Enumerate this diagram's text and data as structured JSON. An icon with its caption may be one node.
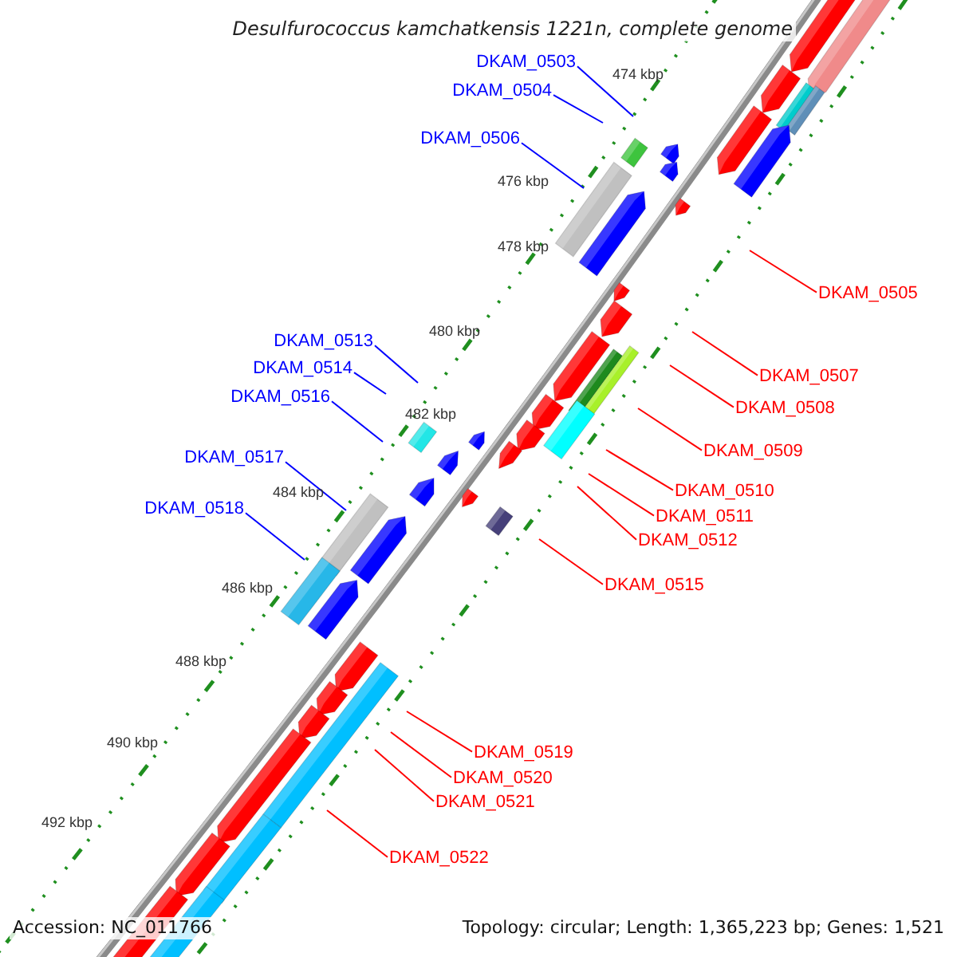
{
  "diagram": {
    "title": "Desulfurococcus kamchatkensis 1221n, complete genome",
    "nodes": [
      {
        "text": [
          "DKAM_0503"
        ]
      },
      {
        "text": [
          "DKAM_0504"
        ]
      },
      {
        "text": [
          "DKAM_0506"
        ]
      },
      {
        "text": [
          "DKAM_0505"
        ]
      },
      {
        "text": [
          "DKAM_0513"
        ]
      },
      {
        "text": [
          "DKAM_0514"
        ]
      },
      {
        "text": [
          "DKAM_0507"
        ]
      },
      {
        "text": [
          "DKAM_0516"
        ]
      },
      {
        "text": [
          "DKAM_0508"
        ]
      },
      {
        "text": [
          "DKAM_0509"
        ]
      },
      {
        "text": [
          "DKAM_0517"
        ]
      },
      {
        "text": [
          "DKAM_0510"
        ]
      },
      {
        "text": [
          "DKAM_0518"
        ]
      },
      {
        "text": [
          "DKAM_0511"
        ]
      },
      {
        "text": [
          "DKAM_0512"
        ]
      },
      {
        "text": [
          "DKAM_0515"
        ]
      },
      {
        "text": [
          "DKAM_0519"
        ]
      },
      {
        "text": [
          "DKAM_0520"
        ]
      },
      {
        "text": [
          "DKAM_0521"
        ]
      },
      {
        "text": [
          "DKAM_0522"
        ]
      }
    ],
    "edges": [
      {
        "from": 0,
        "to": null,
        "arrow": "none",
        "color": "#0000ff"
      },
      {
        "from": 1,
        "to": null,
        "arrow": "none",
        "color": "#0000ff"
      },
      {
        "from": 2,
        "to": null,
        "arrow": "none",
        "color": "#0000ff"
      },
      {
        "from": 3,
        "to": null,
        "arrow": "none"
      },
      {
        "from": 4,
        "to": null,
        "arrow": "none",
        "color": "#0000ff"
      },
      {
        "from": 5,
        "to": null,
        "arrow": "none",
        "color": "#0000ff"
      },
      {
        "from": 6,
        "to": null,
        "arrow": "none"
      },
      {
        "from": 7,
        "to": null,
        "arrow": "none",
        "color": "#0000ff"
      },
      {
        "from": 8,
        "to": null,
        "arrow": "none"
      },
      {
        "from": 9,
        "to": null,
        "arrow": "none"
      },
      {
        "from": 10,
        "to": null,
        "arrow": "none",
        "color": "#0000ff"
      },
      {
        "from": 11,
        "to": null,
        "arrow": "none"
      },
      {
        "from": 12,
        "to": null,
        "arrow": "none",
        "color": "#0000ff"
      },
      {
        "from": 13,
        "to": null,
        "arrow": "none"
      },
      {
        "from": 14,
        "to": null,
        "arrow": "none"
      },
      {
        "from": 15,
        "to": null,
        "arrow": "none"
      },
      {
        "from": 16,
        "to": null,
        "arrow": "none"
      },
      {
        "from": 17,
        "to": null,
        "arrow": "none"
      },
      {
        "from": 18,
        "to": null,
        "arrow": "none"
      },
      {
        "from": 19,
        "to": null,
        "arrow": "none"
      }
    ],
    "labels": [
      "474 kbp",
      "476 kbp",
      "478 kbp",
      "480 kbp",
      "482 kbp",
      "484 kbp",
      "486 kbp",
      "488 kbp",
      "490 kbp",
      "492 kbp",
      "Accession: NC_011766",
      "Topology: circular; Length: 1,365,223 bp; Genes: 1,521"
    ]
  }
}
